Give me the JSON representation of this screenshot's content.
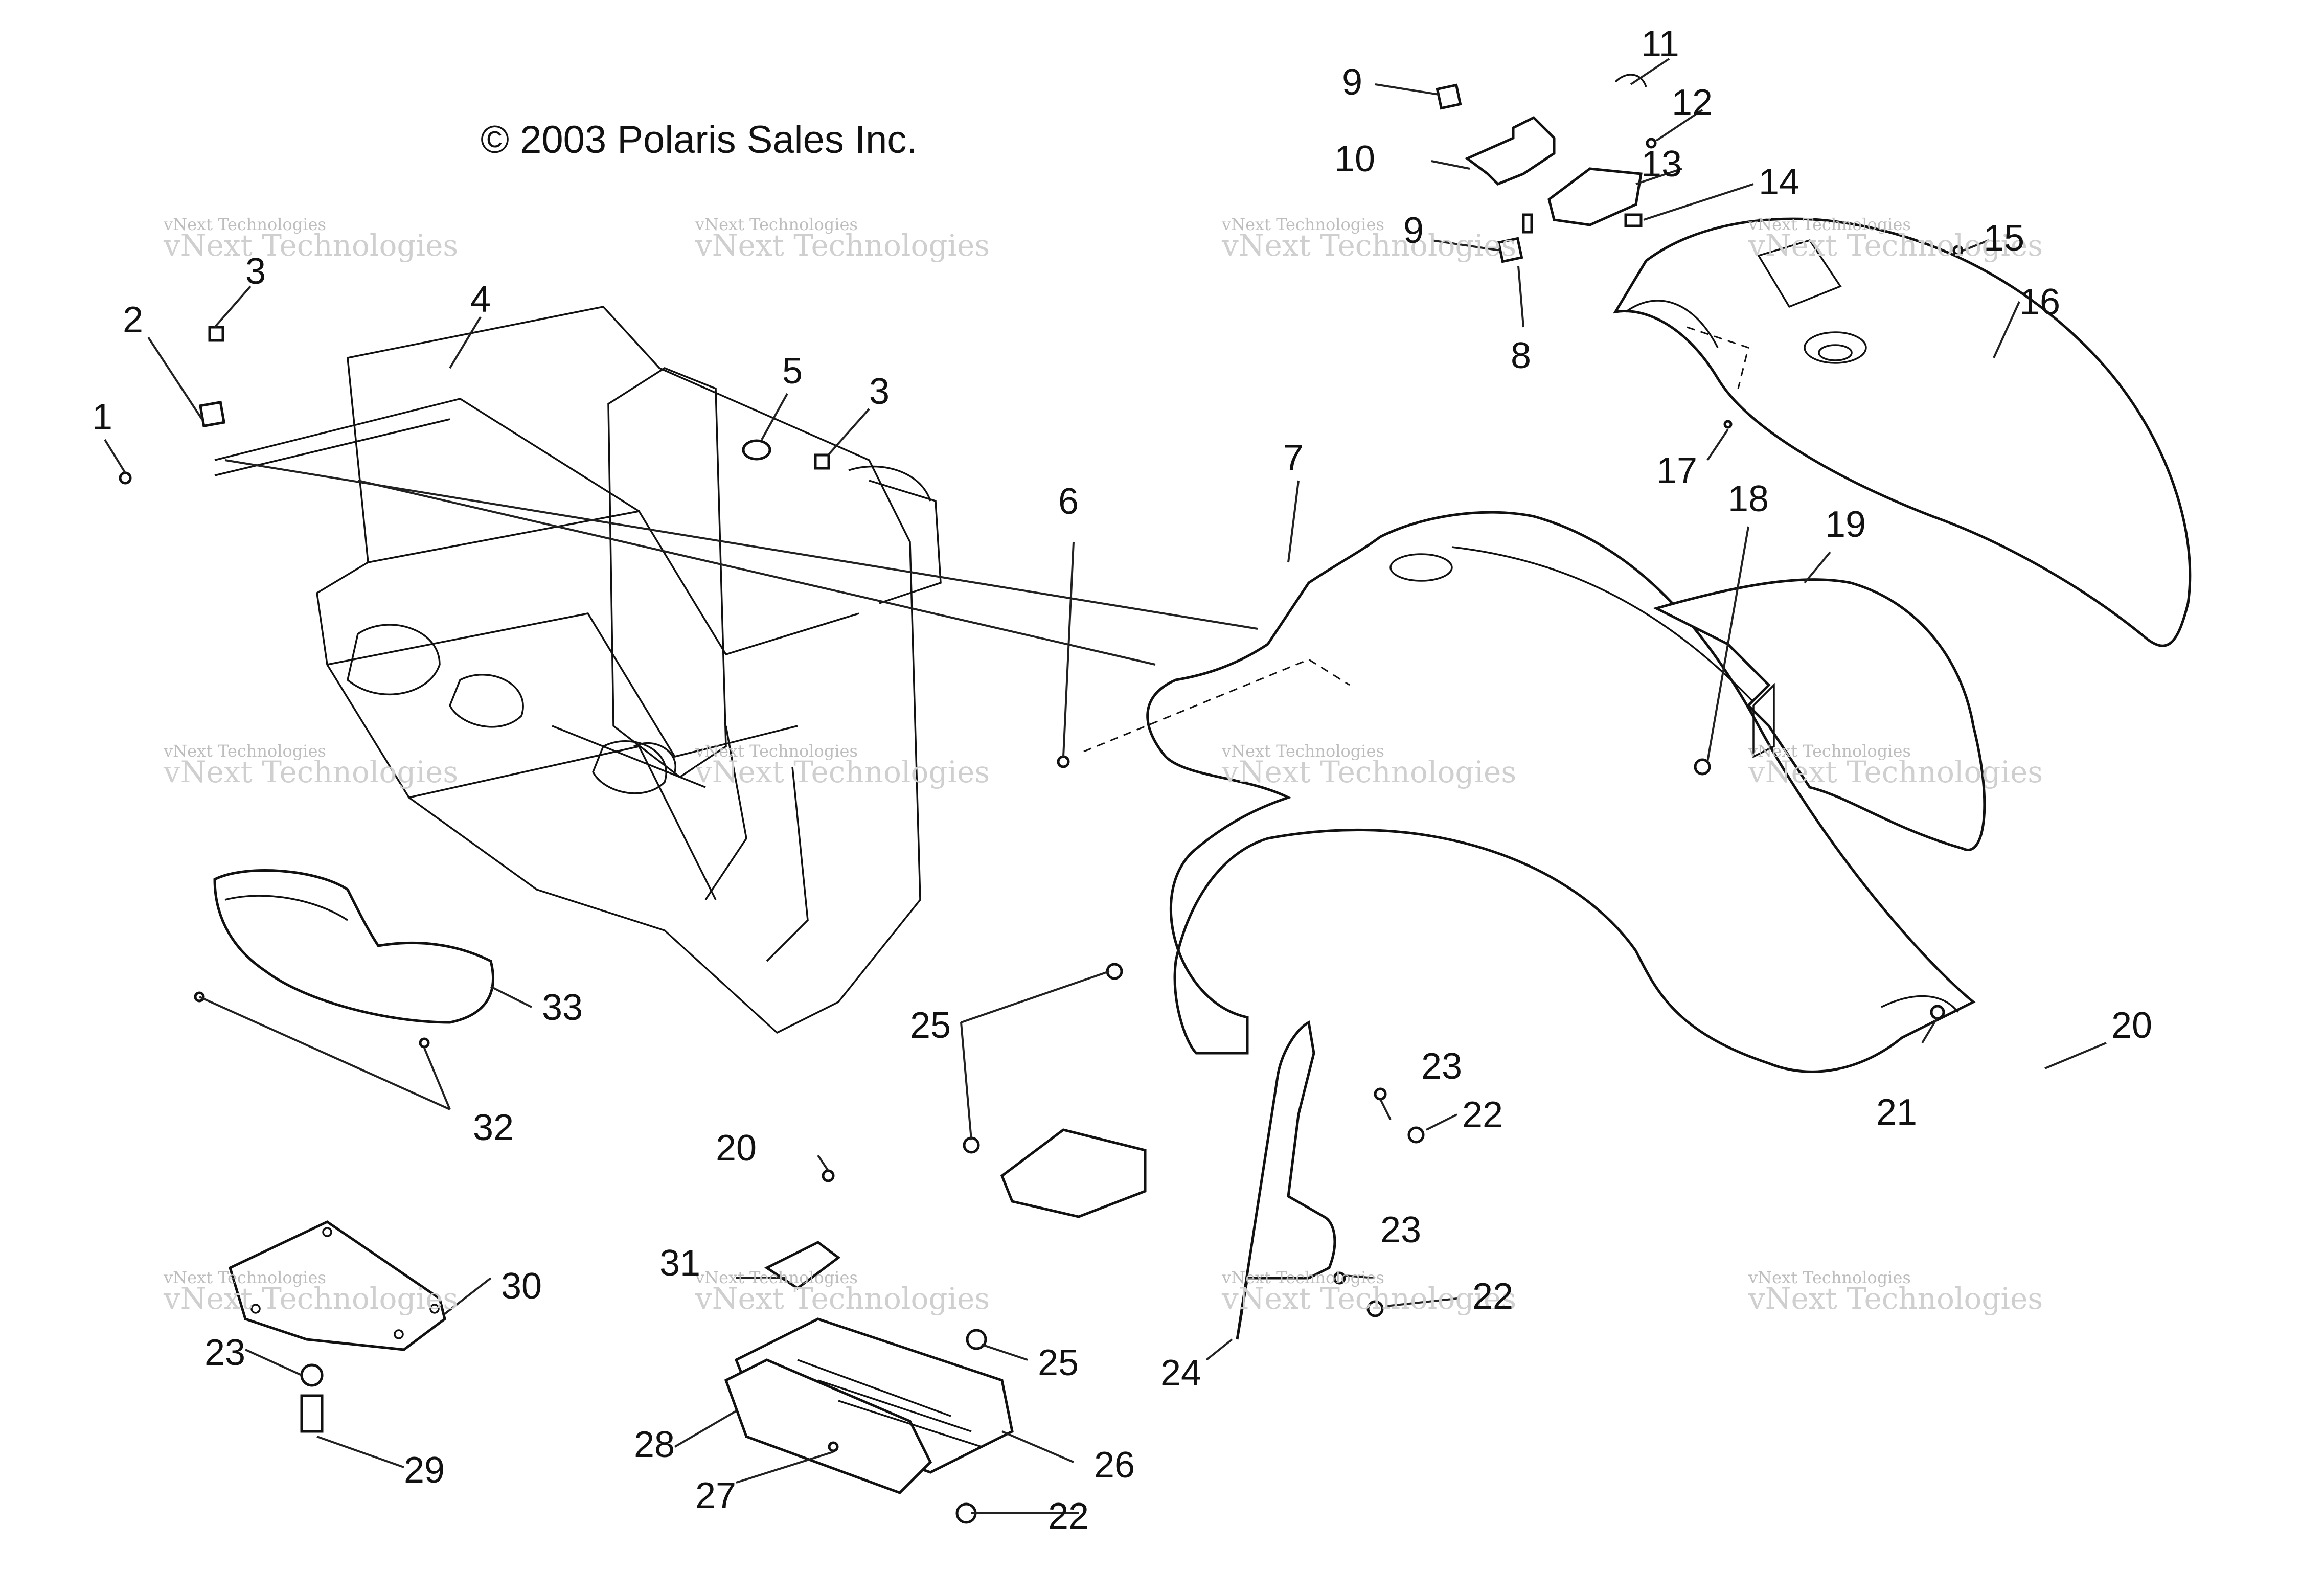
{
  "copyright": "© 2003 Polaris Sales Inc.",
  "watermark": {
    "line1": "vNext Technologies",
    "line2": "vNext Technologies"
  },
  "callouts": [
    {
      "id": "c1",
      "label": "1"
    },
    {
      "id": "c2",
      "label": "2"
    },
    {
      "id": "c3a",
      "label": "3"
    },
    {
      "id": "c3b",
      "label": "3"
    },
    {
      "id": "c4",
      "label": "4"
    },
    {
      "id": "c5",
      "label": "5"
    },
    {
      "id": "c6",
      "label": "6"
    },
    {
      "id": "c7",
      "label": "7"
    },
    {
      "id": "c8",
      "label": "8"
    },
    {
      "id": "c9a",
      "label": "9"
    },
    {
      "id": "c9b",
      "label": "9"
    },
    {
      "id": "c10",
      "label": "10"
    },
    {
      "id": "c11",
      "label": "11"
    },
    {
      "id": "c12",
      "label": "12"
    },
    {
      "id": "c13",
      "label": "13"
    },
    {
      "id": "c14",
      "label": "14"
    },
    {
      "id": "c15",
      "label": "15"
    },
    {
      "id": "c16",
      "label": "16"
    },
    {
      "id": "c17",
      "label": "17"
    },
    {
      "id": "c18",
      "label": "18"
    },
    {
      "id": "c19",
      "label": "19"
    },
    {
      "id": "c20a",
      "label": "20"
    },
    {
      "id": "c20b",
      "label": "20"
    },
    {
      "id": "c21",
      "label": "21"
    },
    {
      "id": "c22a",
      "label": "22"
    },
    {
      "id": "c22b",
      "label": "22"
    },
    {
      "id": "c22c",
      "label": "22"
    },
    {
      "id": "c23a",
      "label": "23"
    },
    {
      "id": "c23b",
      "label": "23"
    },
    {
      "id": "c23c",
      "label": "23"
    },
    {
      "id": "c24",
      "label": "24"
    },
    {
      "id": "c25a",
      "label": "25"
    },
    {
      "id": "c25b",
      "label": "25"
    },
    {
      "id": "c26",
      "label": "26"
    },
    {
      "id": "c27",
      "label": "27"
    },
    {
      "id": "c28",
      "label": "28"
    },
    {
      "id": "c29",
      "label": "29"
    },
    {
      "id": "c30",
      "label": "30"
    },
    {
      "id": "c31",
      "label": "31"
    },
    {
      "id": "c32",
      "label": "32"
    },
    {
      "id": "c33",
      "label": "33"
    }
  ]
}
